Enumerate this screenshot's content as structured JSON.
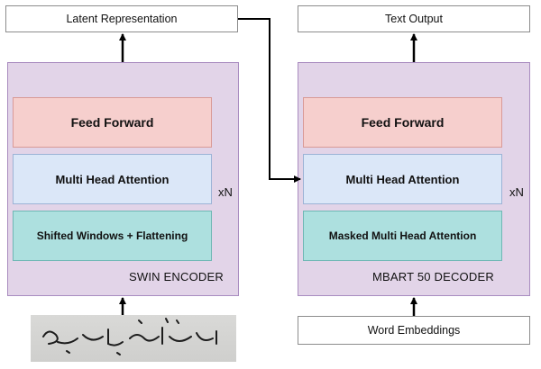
{
  "encoder": {
    "output_label": "Latent Representation",
    "feed_forward": "Feed Forward",
    "attention": "Multi Head Attention",
    "base_layer": "Shifted Windows + Flattening",
    "repeat": "xN",
    "title": "SWIN ENCODER"
  },
  "decoder": {
    "output_label": "Text Output",
    "feed_forward": "Feed Forward",
    "attention": "Multi Head Attention",
    "base_layer": "Masked Multi Head Attention",
    "repeat": "xN",
    "title": "MBART 50 DECODER",
    "input_label": "Word Embeddings"
  },
  "input_image": {
    "handwritten_text": "یہ تو بہت اچھا ہو گیا ہے"
  }
}
